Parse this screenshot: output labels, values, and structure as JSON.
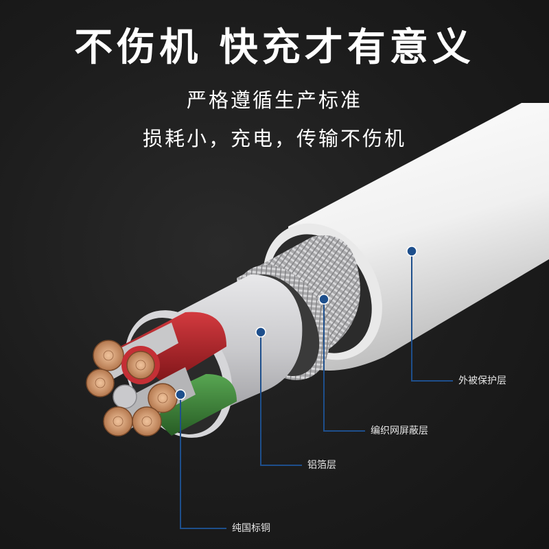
{
  "headline": "不伤机 快充才有意义",
  "sublines": [
    "严格遵循生产标准",
    "损耗小，充电，传输不伤机"
  ],
  "layers": [
    {
      "name": "outer-jacket",
      "label": "外被保护层"
    },
    {
      "name": "braided-shield",
      "label": "编织网屏蔽层"
    },
    {
      "name": "aluminum-foil",
      "label": "铝箔层"
    },
    {
      "name": "copper-core",
      "label": "纯国标铜"
    }
  ],
  "colors": {
    "background": "#1c1c1c",
    "text": "#ffffff",
    "callout_line": "#1e4f8c",
    "callout_dot": "#1e4f8c",
    "jacket": "#f2f2f2",
    "foil": "#cfcfd2",
    "wire_red": "#b8252b",
    "wire_green": "#3e8a3a",
    "copper": "#d9a27a"
  }
}
